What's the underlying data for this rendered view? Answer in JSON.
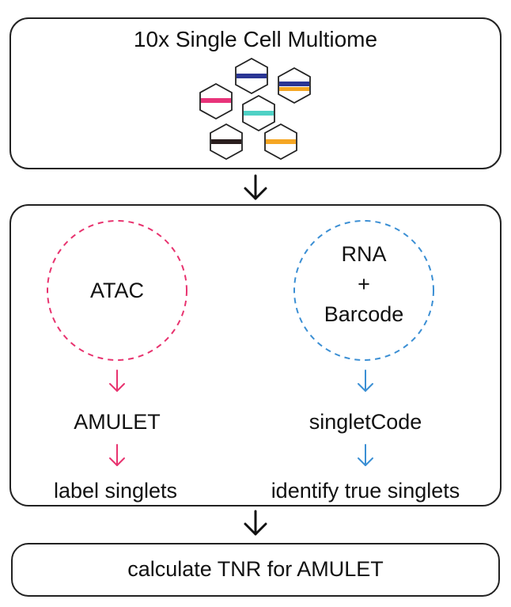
{
  "top_box": {
    "title": "10x Single Cell Multiome",
    "cells": [
      {
        "name": "cell-blue",
        "color": "#2a3594",
        "stripes": 1
      },
      {
        "name": "cell-pink",
        "color": "#e8337a",
        "stripes": 1
      },
      {
        "name": "cell-blue-orange",
        "color": "#2a3594",
        "color2": "#f5a623",
        "stripes": 2
      },
      {
        "name": "cell-teal",
        "color": "#4fd1c5",
        "stripes": 1
      },
      {
        "name": "cell-black",
        "color": "#2a1e1e",
        "stripes": 1
      },
      {
        "name": "cell-orange",
        "color": "#f5a623",
        "stripes": 1
      }
    ]
  },
  "middle_box": {
    "left": {
      "circle_label": "ATAC",
      "tool": "AMULET",
      "result": "label singlets",
      "color": "#e8336f"
    },
    "right": {
      "circle_label_line1": "RNA",
      "circle_label_line2": "+",
      "circle_label_line3": "Barcode",
      "tool": "singletCode",
      "result": "identify true singlets",
      "color": "#3b8fd4"
    }
  },
  "bottom_box": {
    "label": "calculate TNR for AMULET"
  }
}
